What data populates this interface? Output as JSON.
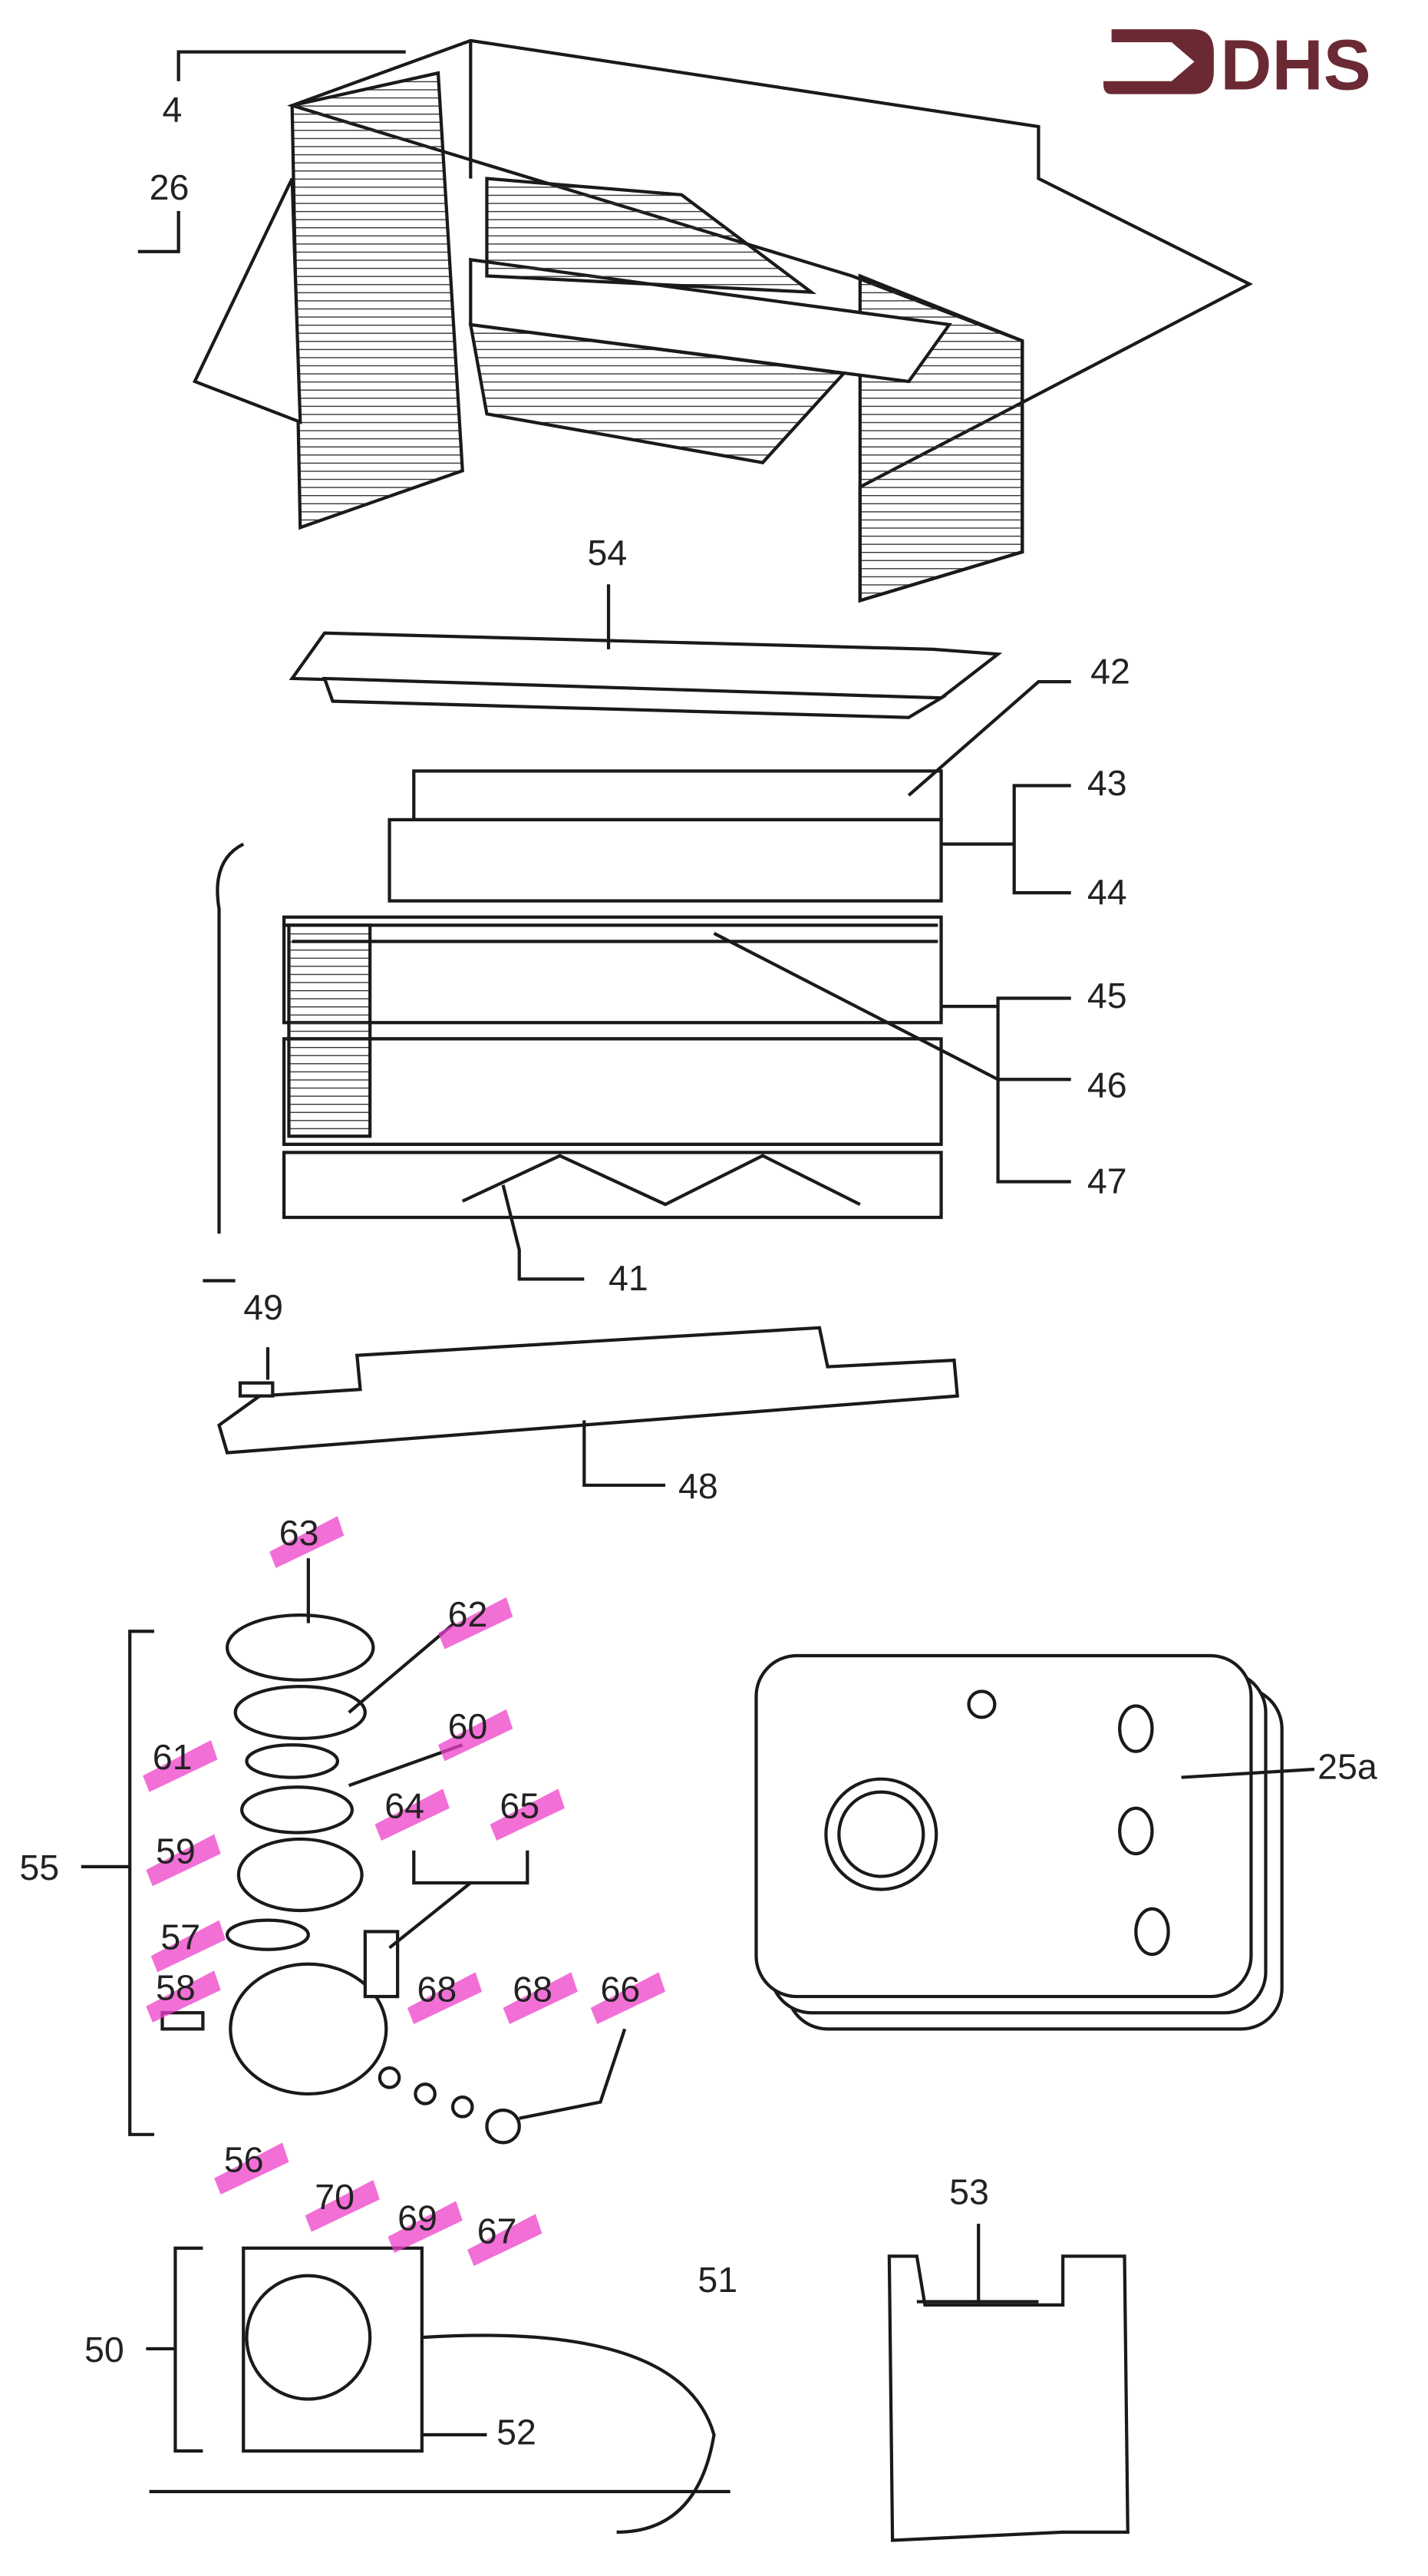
{
  "logo": {
    "text": "DHS",
    "color": "#6b2a33"
  },
  "highlight_color": "#ee3fc8",
  "part_labels": [
    {
      "id": "4",
      "highlighted": false
    },
    {
      "id": "26",
      "highlighted": false
    },
    {
      "id": "54",
      "highlighted": false
    },
    {
      "id": "42",
      "highlighted": false
    },
    {
      "id": "43",
      "highlighted": false
    },
    {
      "id": "44",
      "highlighted": false
    },
    {
      "id": "45",
      "highlighted": false
    },
    {
      "id": "46",
      "highlighted": false
    },
    {
      "id": "47",
      "highlighted": false
    },
    {
      "id": "41",
      "highlighted": false
    },
    {
      "id": "49",
      "highlighted": false
    },
    {
      "id": "48",
      "highlighted": false
    },
    {
      "id": "63",
      "highlighted": true
    },
    {
      "id": "62",
      "highlighted": true
    },
    {
      "id": "60",
      "highlighted": true
    },
    {
      "id": "61",
      "highlighted": true
    },
    {
      "id": "64",
      "highlighted": true
    },
    {
      "id": "65",
      "highlighted": true
    },
    {
      "id": "59",
      "highlighted": true
    },
    {
      "id": "55",
      "highlighted": false
    },
    {
      "id": "57",
      "highlighted": true
    },
    {
      "id": "58",
      "highlighted": true
    },
    {
      "id": "68",
      "highlighted": true
    },
    {
      "id": "68",
      "highlighted": true
    },
    {
      "id": "66",
      "highlighted": true
    },
    {
      "id": "56",
      "highlighted": true
    },
    {
      "id": "70",
      "highlighted": true
    },
    {
      "id": "69",
      "highlighted": true
    },
    {
      "id": "67",
      "highlighted": true
    },
    {
      "id": "53",
      "highlighted": false
    },
    {
      "id": "51",
      "highlighted": false
    },
    {
      "id": "50",
      "highlighted": false
    },
    {
      "id": "52",
      "highlighted": false
    },
    {
      "id": "25a",
      "highlighted": false
    }
  ]
}
